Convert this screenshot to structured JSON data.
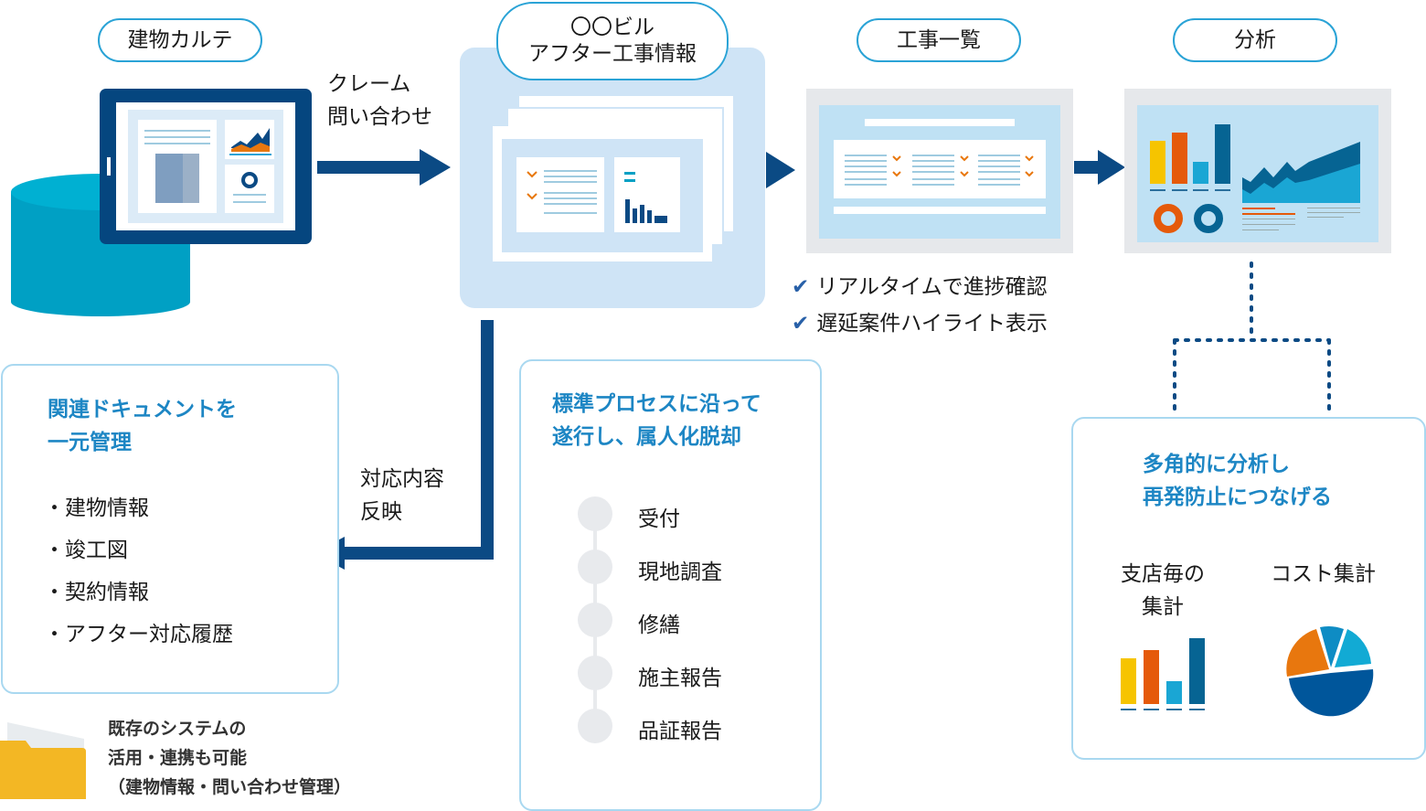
{
  "steps_top": {
    "karte": "建物カルテ",
    "after": [
      "〇〇ビル",
      "アフター工事情報"
    ],
    "list": "工事一覧",
    "analysis": "分析"
  },
  "arrow_labels": {
    "claim": [
      "クレーム",
      "問い合わせ"
    ],
    "reflect": [
      "対応内容",
      "反映"
    ]
  },
  "list_features": [
    "リアルタイムで進捗確認",
    "遅延案件ハイライト表示"
  ],
  "documents_box": {
    "heading": [
      "関連ドキュメントを",
      "一元管理"
    ],
    "items": [
      "建物情報",
      "竣工図",
      "契約情報",
      "アフター対応履歴"
    ]
  },
  "process_box": {
    "heading": [
      "標準プロセスに沿って",
      "遂行し、属人化脱却"
    ],
    "steps": [
      "受付",
      "現地調査",
      "修繕",
      "施主報告",
      "品証報告"
    ]
  },
  "analysis_box": {
    "heading": [
      "多角的に分析し",
      "再発防止につなげる"
    ],
    "branch_label": [
      "支店毎の",
      "集計"
    ],
    "cost_label": "コスト集計"
  },
  "legacy_note": [
    "既存のシステムの",
    "活用・連携も可能",
    "（建物情報・問い合わせ管理）"
  ],
  "colors": {
    "navy": "#0b4a84",
    "heading_blue": "#1d86c4",
    "light_blue": "#cfe4f6",
    "cyan": "#00a3c8",
    "orange": "#e8770e",
    "yellow": "#f6c400",
    "folder": "#f3b724"
  }
}
